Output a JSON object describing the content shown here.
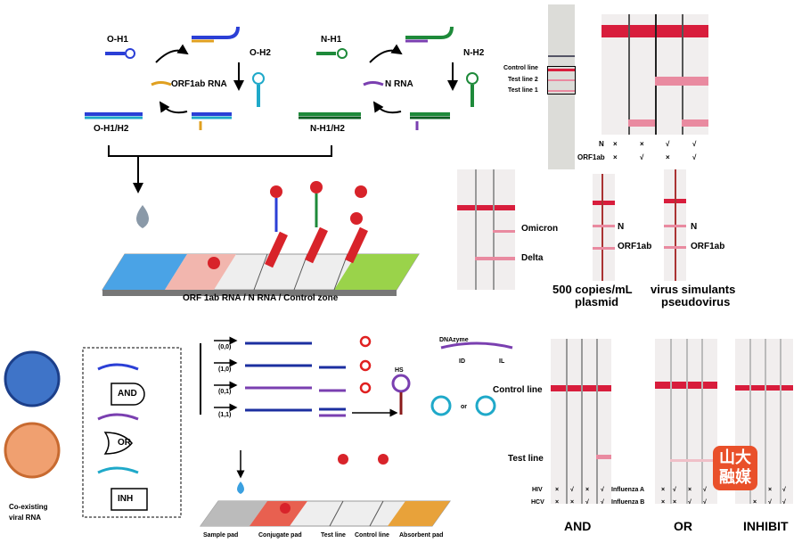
{
  "top_scheme": {
    "o_h1": "O-H1",
    "o_h2": "O-H2",
    "orf1ab_rna": "ORF1ab RNA",
    "o_h1h2": "O-H1/H2",
    "n_h1": "N-H1",
    "n_h2": "N-H2",
    "n_rna": "N RNA",
    "n_h1h2": "N-H1/H2",
    "strip_caption": "ORF 1ab RNA / N RNA / Control zone"
  },
  "top_photo": {
    "control_line": "Control line",
    "test_line_2": "Test line 2",
    "test_line_1": "Test line 1",
    "row_n_label": "N",
    "row_n_marks": [
      "×",
      "×",
      "√",
      "√"
    ],
    "row_orf_label": "ORF1ab",
    "row_orf_marks": [
      "×",
      "√",
      "×",
      "√"
    ]
  },
  "middle_photos": {
    "omicron": "Omicron",
    "delta": "Delta",
    "plasmid_n": "N",
    "plasmid_orf": "ORF1ab",
    "pseudo_n": "N",
    "pseudo_orf": "ORF1ab",
    "caption_plasmid_1": "500 copies/mL",
    "caption_plasmid_2": "plasmid",
    "caption_pseudo_1": "virus simulants",
    "caption_pseudo_2": "pseudovirus"
  },
  "logic_scheme": {
    "coexisting_1": "Co-existing",
    "coexisting_2": "viral RNA",
    "gates": [
      "AND",
      "OR",
      "INH"
    ],
    "inputs": [
      "(0,0)",
      "(1,0)",
      "(0,1)",
      "(1,1)"
    ],
    "dnazyme": "DNAzyme",
    "id": "ID",
    "il": "IL",
    "hs": "HS",
    "or_word": "or",
    "pads": [
      "Sample pad",
      "Conjugate pad",
      "Test line",
      "Control line",
      "Absorbent pad"
    ]
  },
  "logic_photos": {
    "control_line": "Control line",
    "test_line": "Test line",
    "hiv": "HIV",
    "hcv": "HCV",
    "influenza_a": "Influenza A",
    "influenza_b": "Influenza B",
    "and_hiv_marks": [
      "×",
      "√",
      "×",
      "√"
    ],
    "and_hcv_marks": [
      "×",
      "×",
      "√",
      "√"
    ],
    "or_a_marks": [
      "×",
      "√",
      "×",
      "√"
    ],
    "or_b_marks": [
      "×",
      "×",
      "√",
      "√"
    ],
    "inhibit_row1_marks": [
      "×",
      "√"
    ],
    "inhibit_row2_marks": [
      "×",
      "√",
      "√"
    ],
    "titles": [
      "AND",
      "OR",
      "INHIBIT"
    ]
  },
  "watermark": "山大融媒",
  "colors": {
    "band_red": "#d81d3c",
    "faint_band": "#e98aa0",
    "blue_pad": "#4aa3e6",
    "green_pad": "#9ad34a",
    "orange_pad": "#e8a23a"
  }
}
